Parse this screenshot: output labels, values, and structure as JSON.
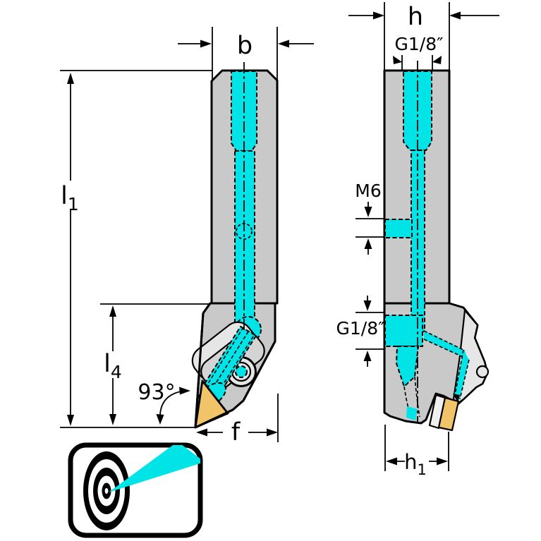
{
  "colors": {
    "coolant_cyan": "#00E4E8",
    "body_gray": "#C9C9C9",
    "clamp_light_gray": "#E6E6E6",
    "insert_yellow": "#F2C469",
    "line_black": "#000000",
    "background": "#FFFFFF"
  },
  "labels": {
    "front": {
      "b": "b",
      "l1": {
        "base": "l",
        "sub": "1"
      },
      "l4": {
        "base": "l",
        "sub": "4"
      },
      "f": "f",
      "angle": "93°"
    },
    "side": {
      "h": "h",
      "g_thread_top": "G1/8″",
      "m6": "M6",
      "g_thread_port": "G1/8″",
      "h1": {
        "base": "h",
        "sub": "1"
      }
    }
  },
  "icon": {
    "name": "precision-coolant-target-icon"
  }
}
